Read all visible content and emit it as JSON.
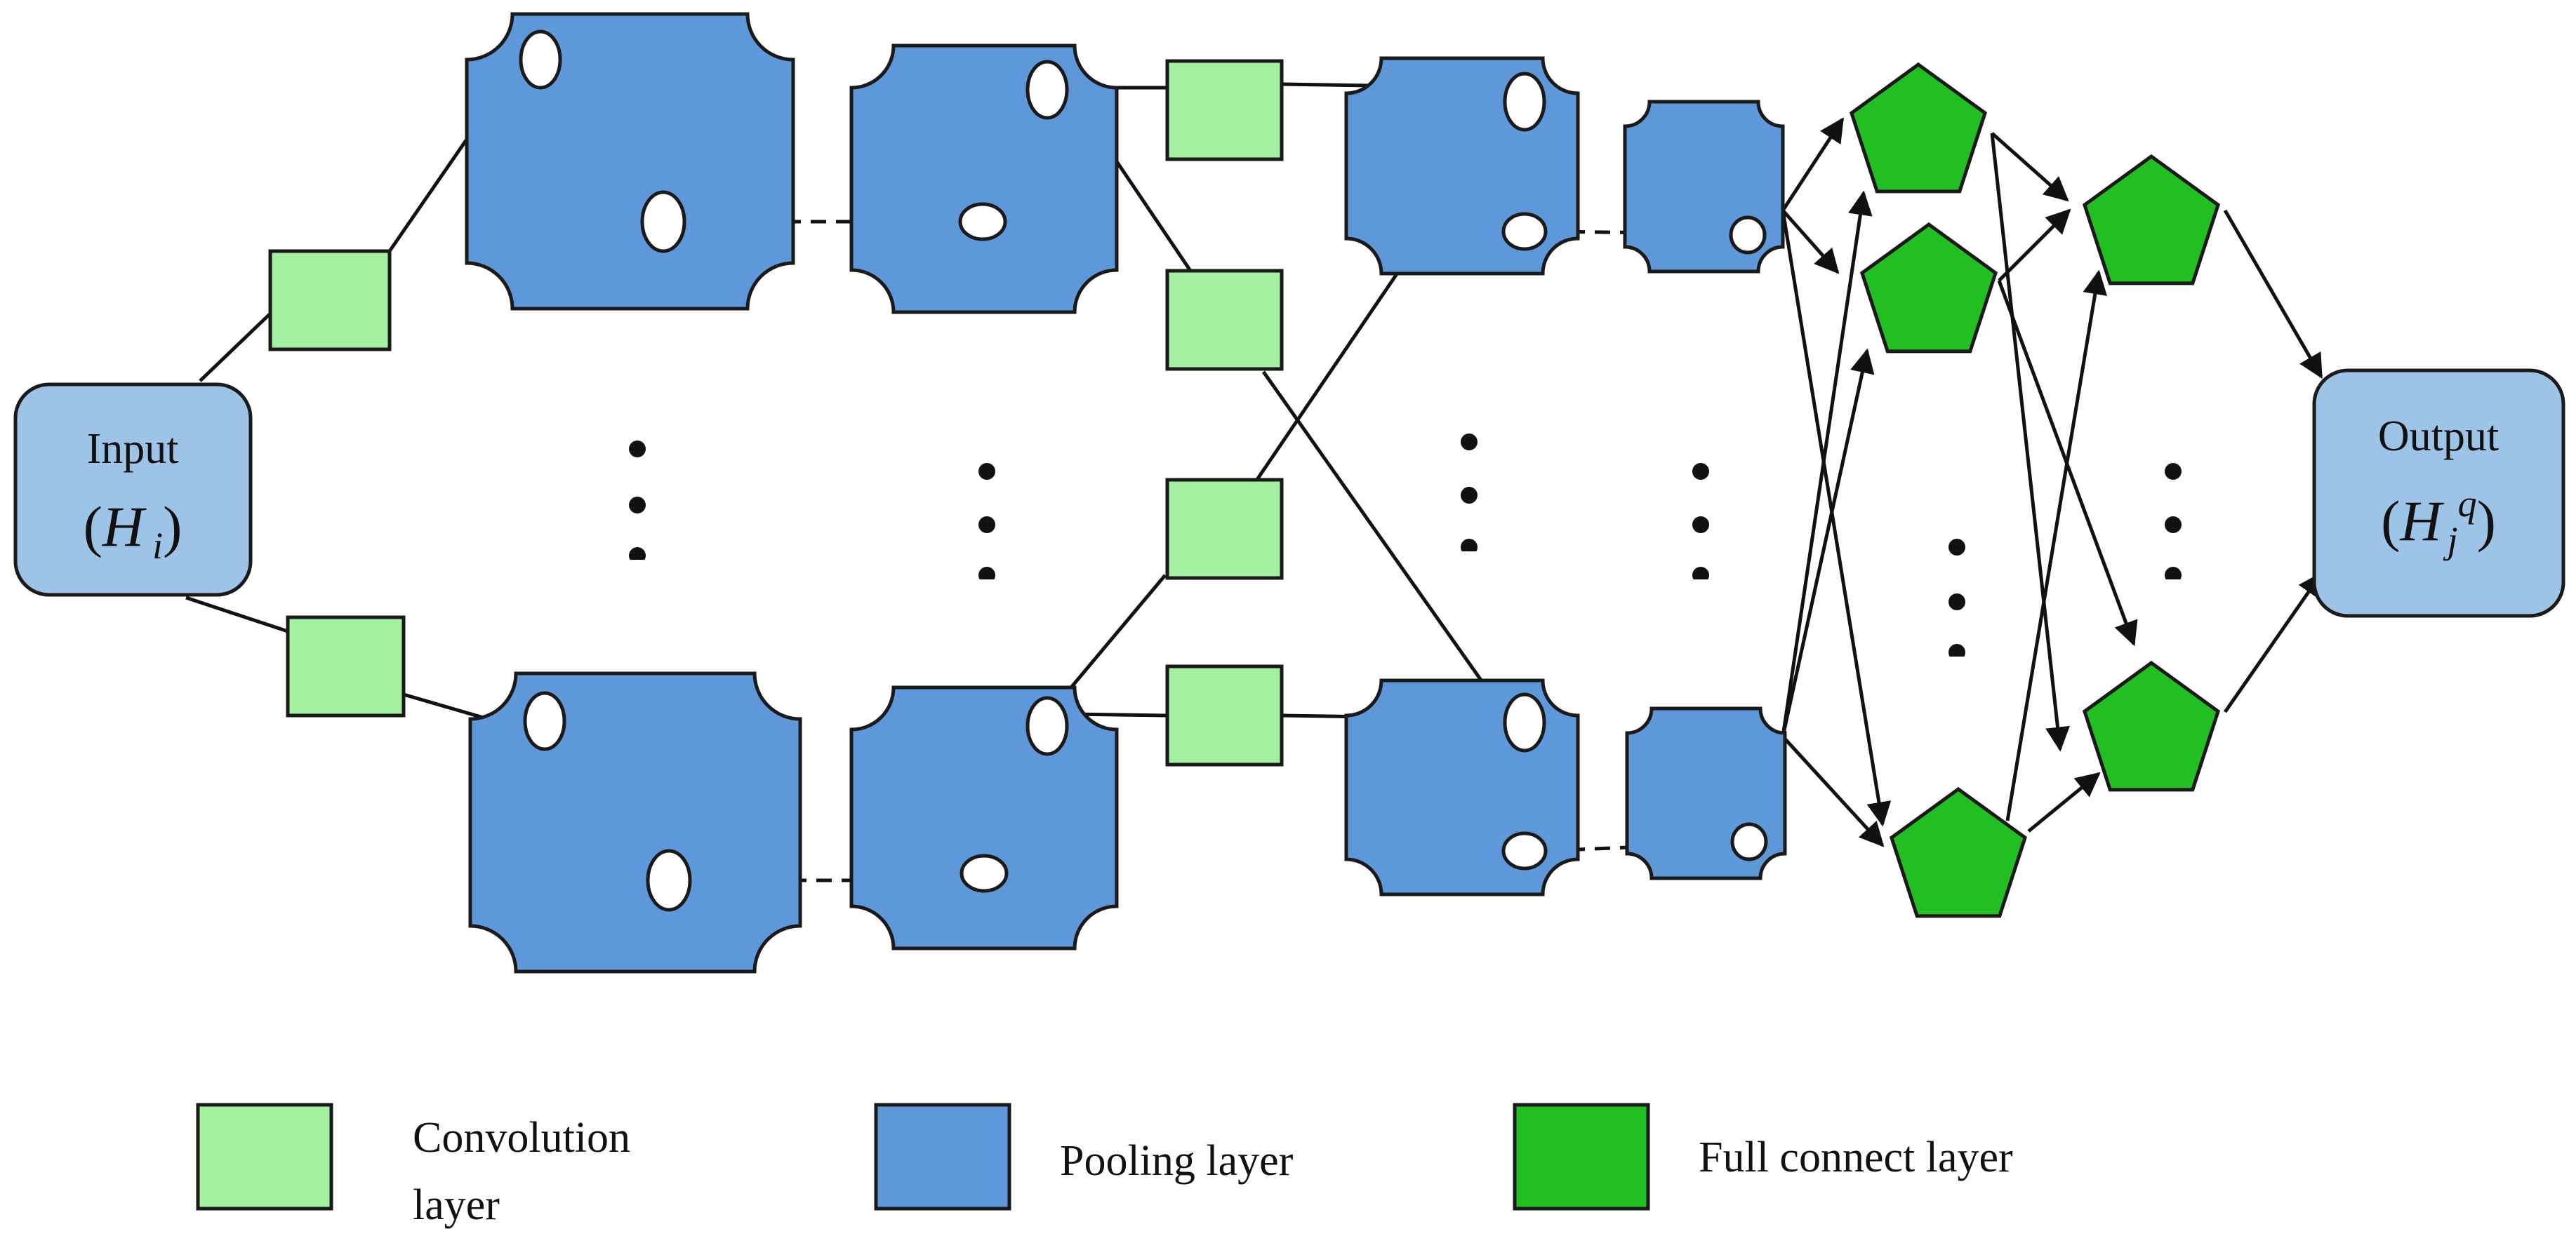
{
  "colors": {
    "convolution": "#a3f0a0",
    "pooling": "#5e98d9",
    "full_connect": "#22bf22",
    "io_node": "#9dc3e6",
    "stroke": "#1a1a1a"
  },
  "input_node": {
    "title": "Input",
    "symbol": "H",
    "subscript": "i"
  },
  "output_node": {
    "title": "Output",
    "symbol": "H",
    "subscript": "j",
    "superscript": "q"
  },
  "legend": {
    "convolution_line1": "Convolution",
    "convolution_line2": "layer",
    "pooling": "Pooling layer",
    "full_connect": "Full connect layer"
  }
}
